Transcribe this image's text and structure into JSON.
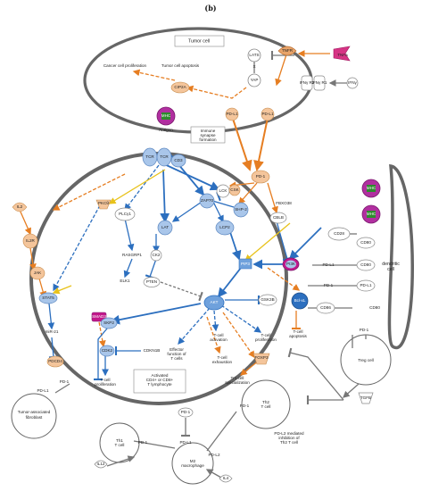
{
  "title": "(b)",
  "regions": {
    "tumor_cell": "Tumor cell",
    "immune_synapse": "Immune synapse formation",
    "dendritic_cell": "dendritic cell",
    "activated_lymphocyte": "Activated CD4+ or CD8+ T lymphocyte",
    "tumor_fibroblast": "Tumor-associated fibroblast",
    "treg": "Treg cell",
    "th2": "Th2 T cell",
    "th1": "Th1 T cell",
    "m2": "M2 macrophage",
    "pdl2_text": "PD-L2 mediated inhibition of Th2 T cell"
  },
  "nodes": {
    "lats": "LATS",
    "x": "X",
    "yap": "YAP",
    "tnfa_receptor": "TNFR",
    "tnfa": "TNFa",
    "ifngr2": "IFNγ R2",
    "ifngr1": "IFNγ R1",
    "ifng": "IFNγ",
    "cancer_prolif": "Cancer cell proliferation",
    "tumor_apoptosis": "Tumor cell apoptosis",
    "cip2a": "CIP2A",
    "pdl1_tumor": "PD-L1",
    "pdl1_tumor2": "PD-L1",
    "antigen": "Antigen",
    "tcr1": "TCR",
    "tcr2": "TCR",
    "cd3": "CD3",
    "lck": "LCK",
    "pd1_main": "PD-1",
    "csk": "CSK",
    "zap70": "ZAP70",
    "shp2": "SHP-2",
    "fbxo38": "FBXO38",
    "cblb": "CBLB",
    "il2": "IL2",
    "il2r": "IL2R",
    "pkcq": "PKCθ",
    "plcg1": "PLCγ1",
    "rasgrp1": "RASGRP1",
    "ck2": "CK2",
    "lat": "LAT",
    "lcp2": "LCP2",
    "pi3k": "PI3K",
    "pip3": "PIP3",
    "jak": "JAK",
    "stat5": "STAT5",
    "elk1": "ELK1",
    "pten": "PTEN",
    "mir21": "miR-21",
    "smad3": "SMAD3",
    "skp2": "SKP2",
    "akt": "AKT",
    "gsk3b": "GSK3B",
    "bcl_xl": "Bcl-xL",
    "pdcd4": "PDCD4",
    "cdk2": "CDK2",
    "cdkn1b": "CDKN1B",
    "foxp3": "FOXP3",
    "effector": "Effector function of T cells",
    "tcell_activation": "T-cell activation",
    "tcell_prolif_right": "T-cell proliferation",
    "tcell_apoptosis": "T-cell apoptosis",
    "tcell_exhaustion": "T-cell exhaustion",
    "th1_spec": "Tr1 cell specialization",
    "tcell_prolif_left": "T-cell proliferation",
    "cd28": "CD28",
    "cd80_1": "CD80",
    "cd80_2": "CD80",
    "cd80_3": "CD80",
    "cd86": "CD86",
    "pdl1_dc": "PD-L1",
    "pd1_dc": "PD-1",
    "pdl1_dc2": "PD-L1",
    "pd1_treg": "PD-1",
    "tgfb": "TGFB",
    "pd1_fibro": "PD-1",
    "pdl1_fibro": "PD-L1",
    "pd1_bottom": "PD-1",
    "pd1_th2": "PD-1",
    "pd1_th1": "PD-1",
    "pdl1_m2": "PD-L1",
    "pdl2_m2": "PD-L2",
    "il12": "IL12",
    "il4": "IL4",
    "mhc1": "MHC",
    "mhc2": "MHC",
    "mhc3": "MHC"
  },
  "colors": {
    "orange": "#e67e22",
    "blue": "#2c6fbf",
    "yellow": "#e8c21a",
    "gray": "#777777",
    "node_blue": "#a9c6ea",
    "node_orange": "#f4c59b",
    "magenta": "#c2188b",
    "green": "#2e8b2e"
  }
}
